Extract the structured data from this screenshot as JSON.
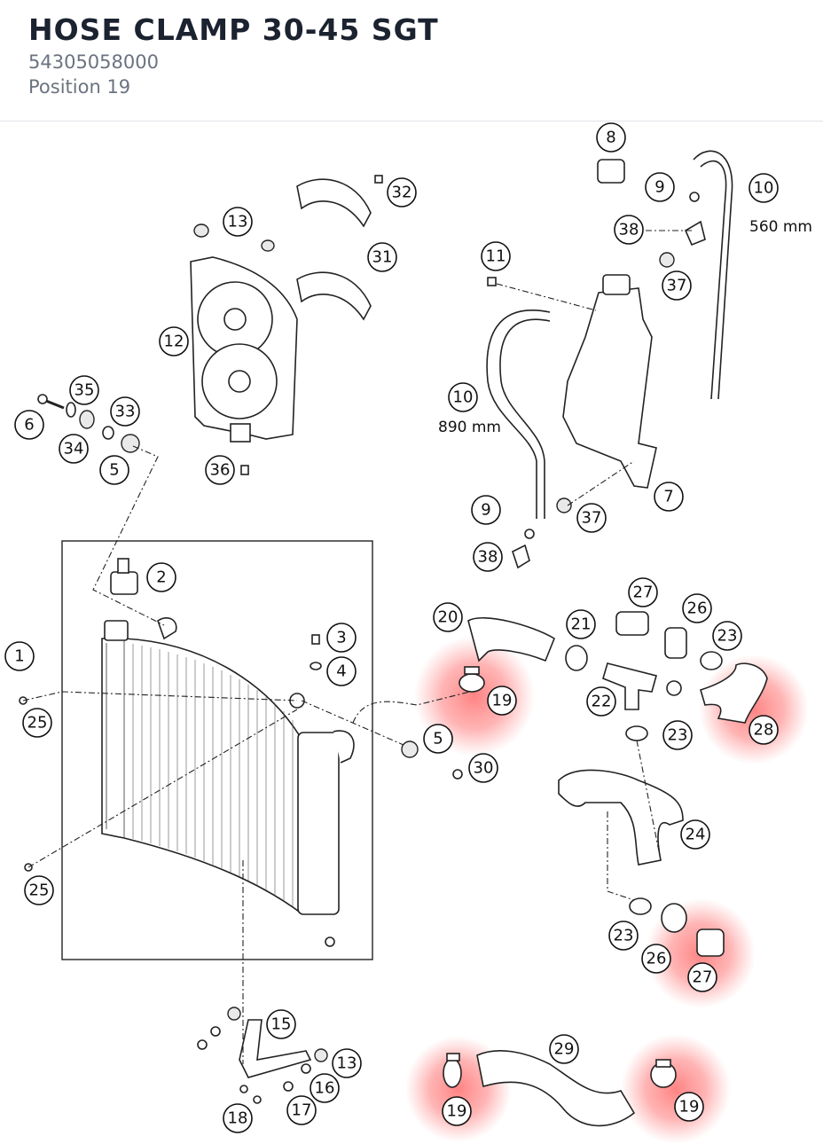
{
  "header": {
    "title": "HOSE CLAMP 30-45 SGT",
    "part_number": "54305058000",
    "position": "Position 19"
  },
  "highlight_color": "#ff5a5a",
  "callouts": {
    "c1": "1",
    "c2": "2",
    "c3": "3",
    "c4": "4",
    "c5a": "5",
    "c5b": "5",
    "c6": "6",
    "c7": "7",
    "c8": "8",
    "c9a": "9",
    "c9b": "9",
    "c10a": "10",
    "c10b": "10",
    "c11": "11",
    "c12": "12",
    "c13a": "13",
    "c13b": "13",
    "c15": "15",
    "c16": "16",
    "c17": "17",
    "c18": "18",
    "c19a": "19",
    "c19b": "19",
    "c19c": "19",
    "c20": "20",
    "c21": "21",
    "c22": "22",
    "c23a": "23",
    "c23b": "23",
    "c23c": "23",
    "c24": "24",
    "c25a": "25",
    "c25b": "25",
    "c26a": "26",
    "c26b": "26",
    "c27a": "27",
    "c27b": "27",
    "c28": "28",
    "c29": "29",
    "c30": "30",
    "c31": "31",
    "c32": "32",
    "c33": "33",
    "c34": "34",
    "c35": "35",
    "c36": "36",
    "c37a": "37",
    "c37b": "37",
    "c38a": "38",
    "c38b": "38"
  },
  "dimensions": {
    "hose_long": "560 mm",
    "hose_short": "890 mm"
  }
}
